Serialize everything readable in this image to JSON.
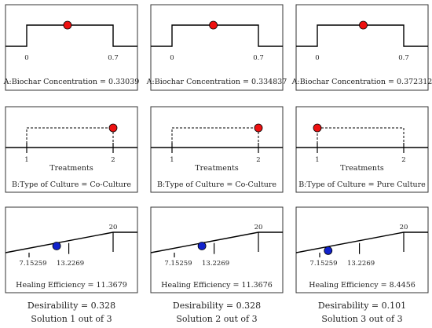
{
  "columns": [
    {
      "biochar": {
        "tick_low": "0",
        "tick_high": "0.7",
        "caption": "A:Biochar Concentration = 0.33039",
        "value": 0.33039,
        "min": 0,
        "max": 0.7
      },
      "culture": {
        "tick_low": "1",
        "tick_high": "2",
        "axis_label": "Treatments",
        "caption": "B:Type of Culture = Co-Culture",
        "level": 2
      },
      "healing": {
        "tick_low": "7.15259",
        "tick_mid": "13.2269",
        "tick_high": "20",
        "caption": "Healing Efficiency = 11.3679",
        "value": 11.3679,
        "min": 7.15259,
        "mid": 13.2269,
        "max": 20
      },
      "desirability": "Desirability = 0.328",
      "solution": "Solution 1 out of 3"
    },
    {
      "biochar": {
        "tick_low": "0",
        "tick_high": "0.7",
        "caption": "A:Biochar Concentration = 0.334837",
        "value": 0.334837,
        "min": 0,
        "max": 0.7
      },
      "culture": {
        "tick_low": "1",
        "tick_high": "2",
        "axis_label": "Treatments",
        "caption": "B:Type of Culture = Co-Culture",
        "level": 2
      },
      "healing": {
        "tick_low": "7.15259",
        "tick_mid": "13.2269",
        "tick_high": "20",
        "caption": "Healing Efficiency = 11.3676",
        "value": 11.3676,
        "min": 7.15259,
        "mid": 13.2269,
        "max": 20
      },
      "desirability": "Desirability = 0.328",
      "solution": "Solution 2 out of 3"
    },
    {
      "biochar": {
        "tick_low": "0",
        "tick_high": "0.7",
        "caption": "A:Biochar Concentration = 0.372312",
        "value": 0.372312,
        "min": 0,
        "max": 0.7
      },
      "culture": {
        "tick_low": "1",
        "tick_high": "2",
        "axis_label": "Treatments",
        "caption": "B:Type of Culture = Pure Culture",
        "level": 1
      },
      "healing": {
        "tick_low": "7.15259",
        "tick_mid": "13.2269",
        "tick_high": "20",
        "caption": "Healing Efficiency = 8.4456",
        "value": 8.4456,
        "min": 7.15259,
        "mid": 13.2269,
        "max": 20
      },
      "desirability": "Desirability = 0.101",
      "solution": "Solution 3 out of 3"
    }
  ],
  "colors": {
    "factor_marker": "#ee1111",
    "response_marker": "#1122cc",
    "panel_border": "#333333"
  }
}
